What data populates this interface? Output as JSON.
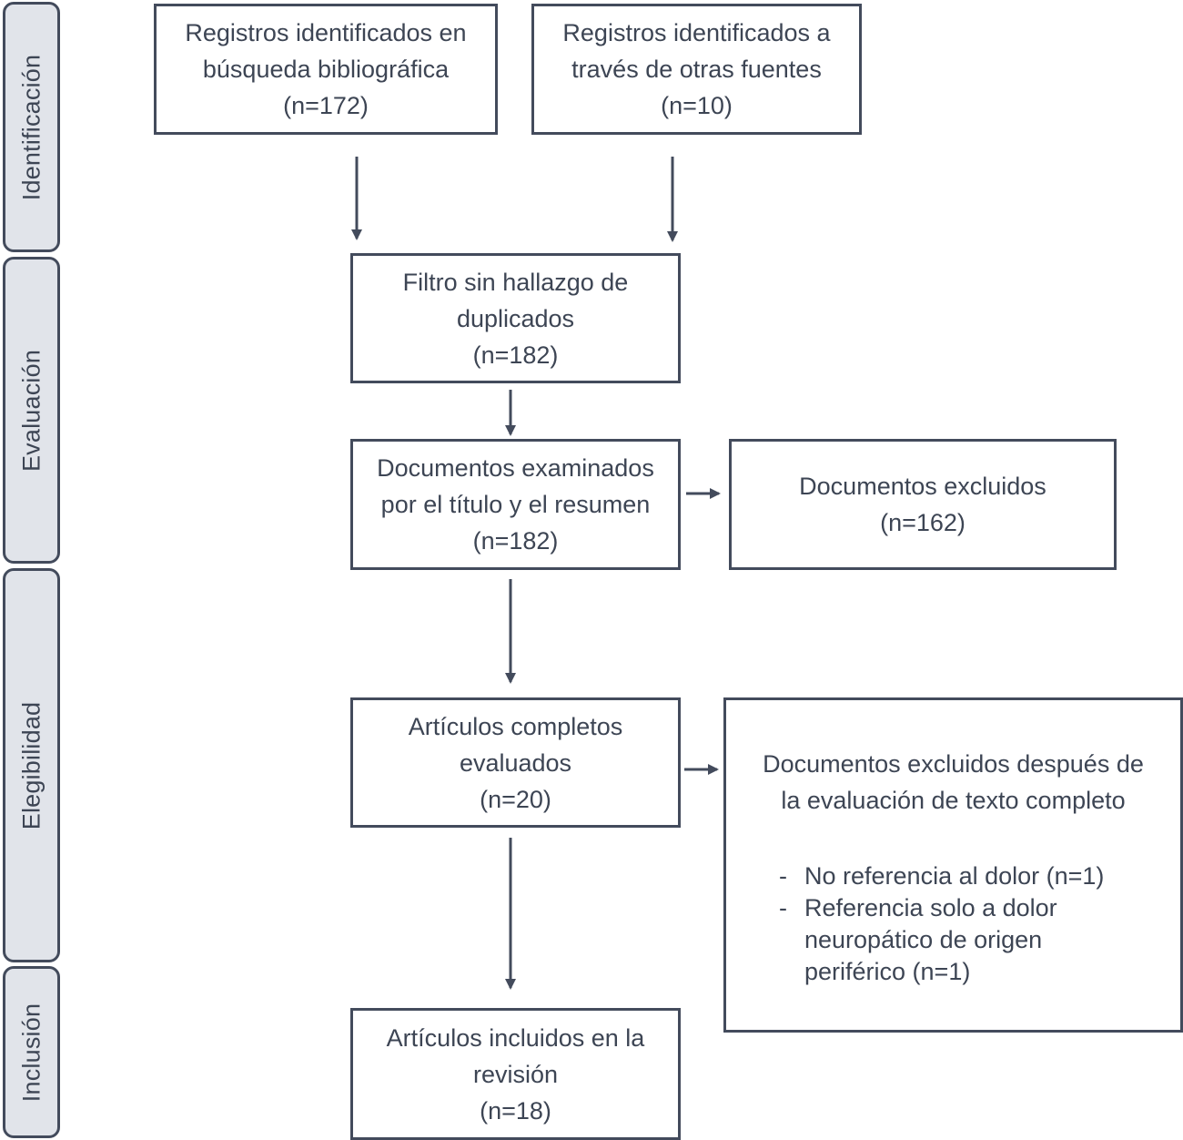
{
  "phases": {
    "identificacion": "Identificación",
    "evaluacion": "Evaluación",
    "elegibilidad": "Elegibilidad",
    "inclusion": "Inclusión"
  },
  "boxes": {
    "registros_busqueda": [
      "Registros identificados en",
      "búsqueda bibliográfica",
      "(n=172)"
    ],
    "registros_otras": [
      "Registros identificados a",
      "través de otras fuentes",
      "(n=10)"
    ],
    "filtro_duplicados": [
      "Filtro sin hallazgo de",
      "duplicados",
      "(n=182)"
    ],
    "documentos_examinados": [
      "Documentos examinados",
      "por el título y el resumen",
      "(n=182)"
    ],
    "documentos_excluidos": [
      "Documentos excluidos",
      "(n=162)"
    ],
    "articulos_completos": [
      "Artículos completos",
      "evaluados",
      "(n=20)"
    ],
    "excluidos_texto_completo": {
      "heading": [
        "Documentos excluidos después de",
        "la evaluación de texto completo"
      ],
      "items": [
        [
          "No referencia al dolor (n=1)"
        ],
        [
          "Referencia solo a dolor",
          "neuropático de origen",
          "periférico (n=1)"
        ]
      ]
    },
    "articulos_incluidos": [
      "Artículos incluidos en la",
      "revisión",
      "(n=18)"
    ]
  },
  "colors": {
    "border": "#434b5c",
    "text": "#3d4554",
    "phase_fill": "#e1e4ea"
  }
}
